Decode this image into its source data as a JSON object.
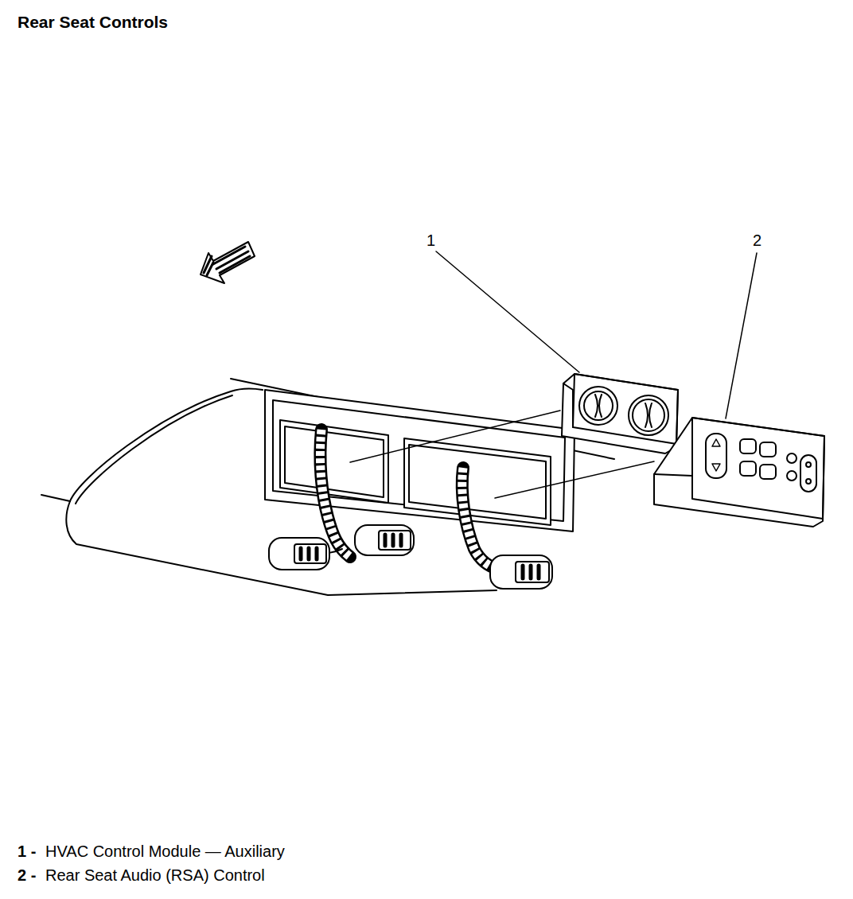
{
  "diagram": {
    "title": "Rear Seat Controls",
    "labels": [
      "1",
      "2",
      "1 -",
      "HVAC Control Module — Auxiliary",
      "2 -",
      "Rear Seat Audio (RSA) Control"
    ]
  }
}
